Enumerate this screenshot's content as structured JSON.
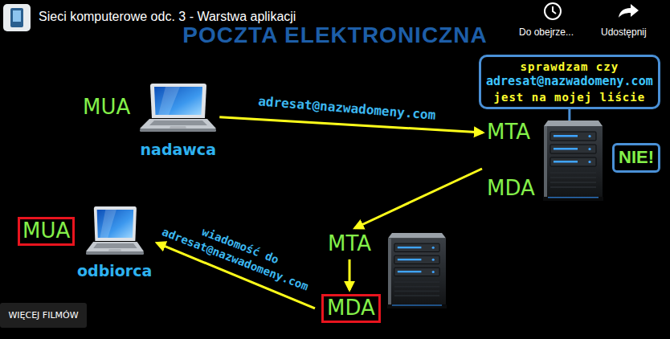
{
  "diagram": {
    "title": "POCZTA ELEKTRONICZNA",
    "nodes": [
      {
        "text": [
          "MUA",
          "nadawca"
        ]
      },
      {
        "text": [
          "sprawdzam czy",
          "adresat@nazwadomeny.com",
          "jest na mojej liście"
        ]
      },
      {
        "text": [
          "MTA",
          "MDA"
        ]
      },
      {
        "text": [
          "NIE!"
        ]
      },
      {
        "text": [
          "MTA"
        ]
      },
      {
        "text": [
          "MDA"
        ]
      },
      {
        "text": [
          "MUA"
        ]
      },
      {
        "text": [
          "odbiorca"
        ]
      }
    ],
    "edges": [
      {
        "from": 0,
        "to": 2,
        "arrow": "to",
        "label": "adresat@nazwadomeny.com"
      },
      {
        "from": 1,
        "to": 2,
        "arrow": "none"
      },
      {
        "from": 2,
        "to": 4,
        "arrow": "to"
      },
      {
        "from": 4,
        "to": 5,
        "arrow": "to"
      },
      {
        "from": 5,
        "to": 7,
        "arrow": "to",
        "label": "wiadomość do adresat@nazwadomeny.com"
      }
    ],
    "labels": [
      "Sieci komputerowe odc. 3 - Warstwa aplikacji",
      "Do obejrze...",
      "Udostępnij",
      "WIĘCEJ FILMÓW"
    ]
  }
}
